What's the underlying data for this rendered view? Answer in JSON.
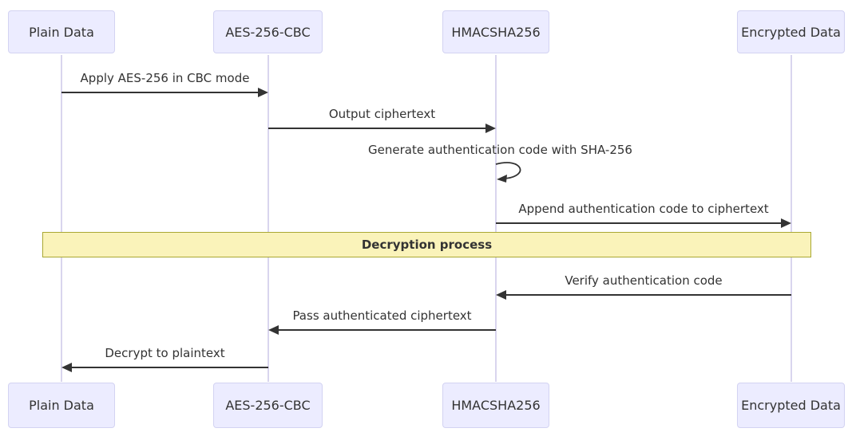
{
  "diagram": {
    "type": "sequence",
    "actors": [
      {
        "id": "plain-data",
        "label": "Plain Data"
      },
      {
        "id": "aes-256-cbc",
        "label": "AES-256-CBC"
      },
      {
        "id": "hmacsha256",
        "label": "HMACSHA256"
      },
      {
        "id": "encrypted-data",
        "label": "Encrypted Data"
      }
    ],
    "messages": [
      {
        "from": "Plain Data",
        "to": "AES-256-CBC",
        "label": "Apply AES-256 in CBC mode",
        "direction": "right"
      },
      {
        "from": "AES-256-CBC",
        "to": "HMACSHA256",
        "label": "Output ciphertext",
        "direction": "right"
      },
      {
        "from": "HMACSHA256",
        "to": "HMACSHA256",
        "label": "Generate authentication code with SHA-256",
        "direction": "self"
      },
      {
        "from": "HMACSHA256",
        "to": "Encrypted Data",
        "label": "Append authentication code to ciphertext",
        "direction": "right"
      },
      {
        "from": "Encrypted Data",
        "to": "HMACSHA256",
        "label": "Verify authentication code",
        "direction": "left"
      },
      {
        "from": "HMACSHA256",
        "to": "AES-256-CBC",
        "label": "Pass authenticated ciphertext",
        "direction": "left"
      },
      {
        "from": "AES-256-CBC",
        "to": "Plain Data",
        "label": "Decrypt to plaintext",
        "direction": "left"
      }
    ],
    "sections": [
      {
        "label": "Decryption process"
      }
    ],
    "colors": {
      "actor_fill": "#ececff",
      "actor_border": "#d3d3f2",
      "lifeline": "#d9d5ee",
      "arrow": "#333333",
      "text": "#333333",
      "banner_fill": "#faf3ba",
      "banner_border": "#a9a833"
    }
  }
}
